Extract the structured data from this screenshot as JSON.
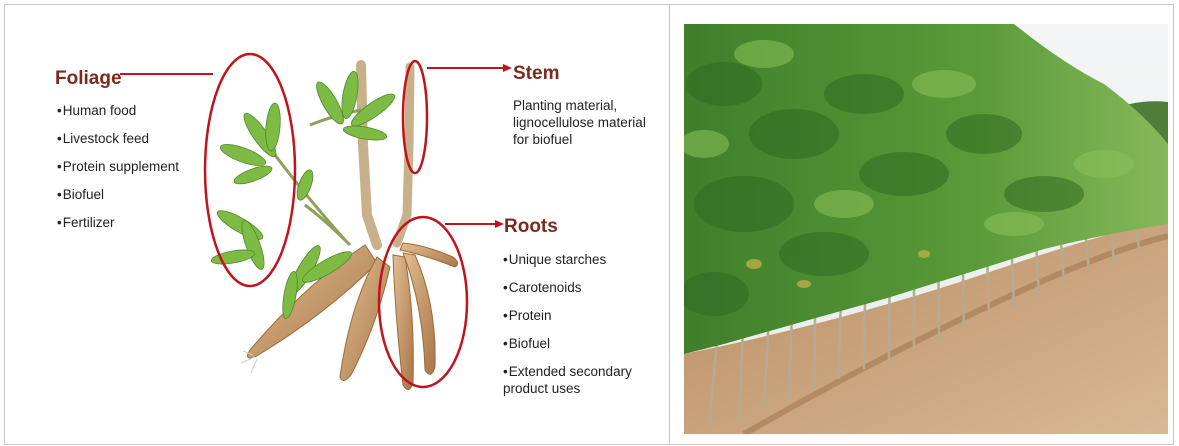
{
  "foliage": {
    "heading": "Foliage",
    "items": [
      "Human food",
      "Livestock feed",
      "Protein supplement",
      "Biofuel",
      "Fertilizer"
    ]
  },
  "stem": {
    "heading": "Stem",
    "description": "Planting material, lignocellulose material for biofuel"
  },
  "roots": {
    "heading": "Roots",
    "items": [
      "Unique starches",
      "Carotenoids",
      "Protein",
      "Biofuel",
      "Extended secondary product uses"
    ]
  },
  "colors": {
    "heading": "#7b2a1e",
    "highlight_circle": "#c0141c",
    "leaf": "#6fae3e",
    "root": "#c99a6a",
    "stem": "#c8b08a",
    "sky": "#eef2f3",
    "soil": "#c9a683"
  },
  "photo": {
    "subject": "cassava-field-photo"
  }
}
